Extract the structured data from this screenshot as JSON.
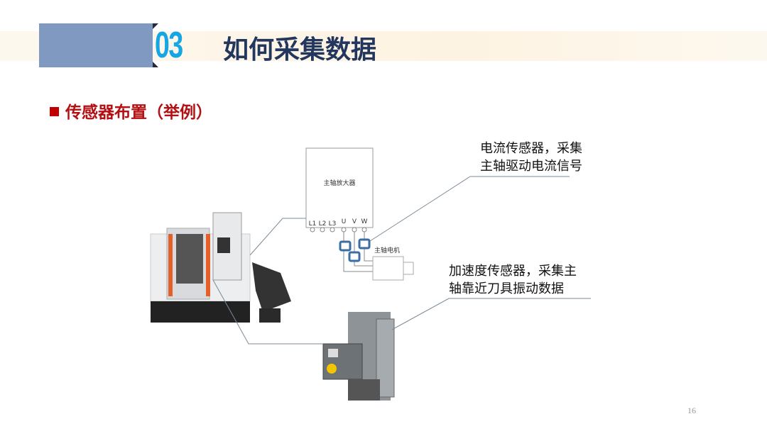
{
  "header": {
    "section_number": "03",
    "title": "如何采集数据"
  },
  "subheading": "传感器布置（举例）",
  "diagram": {
    "amplifier_label": "主轴放大器",
    "terminals": [
      "L1",
      "L2",
      "L3",
      "U",
      "V",
      "W"
    ],
    "motor_label": "主轴电机"
  },
  "callouts": {
    "current_sensor": [
      "电流传感器，采集",
      "主轴驱动电流信号"
    ],
    "accel_sensor": [
      "加速度传感器，采集主",
      "轴靠近刀具振动数据"
    ]
  },
  "page_number": "16",
  "colors": {
    "accent_blue": "#16a6e3",
    "title_navy": "#23365e",
    "subheading_red": "#b40f12",
    "sensor_blue": "#3a6ea5"
  }
}
